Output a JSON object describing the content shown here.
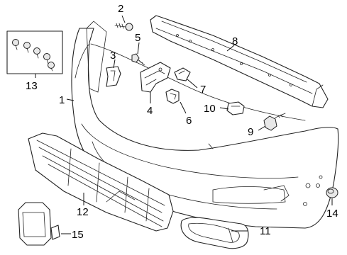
{
  "callouts": {
    "c1": "1",
    "c2": "2",
    "c3": "3",
    "c4": "4",
    "c5": "5",
    "c6": "6",
    "c7": "7",
    "c8": "8",
    "c9": "9",
    "c10": "10",
    "c11": "11",
    "c12": "12",
    "c13": "13",
    "c14": "14",
    "c15": "15"
  },
  "colors": {
    "line": "#222222",
    "background": "#ffffff"
  }
}
